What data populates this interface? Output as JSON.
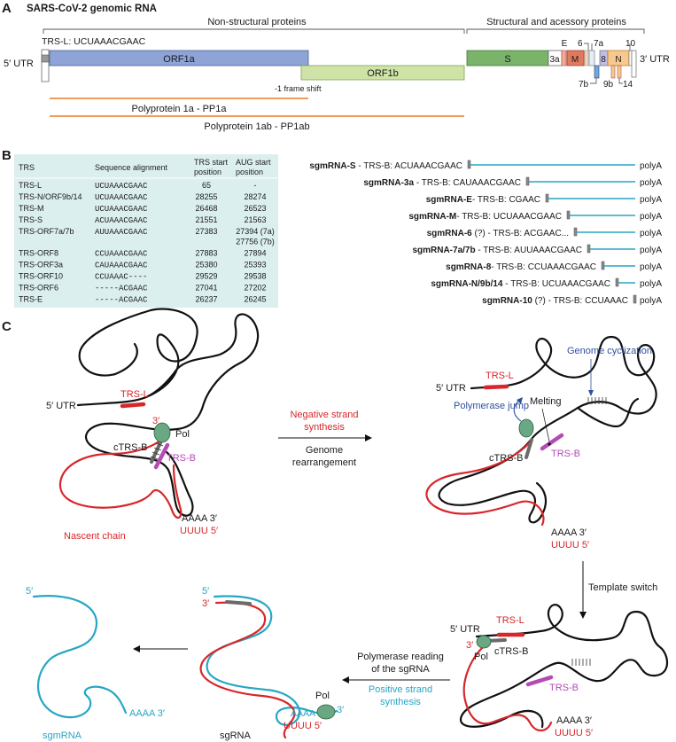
{
  "panel_a": {
    "letter": "A",
    "title": "SARS-CoV-2 genomic RNA",
    "bracket_nonstructural": "Non-structural proteins",
    "bracket_structural": "Structural and acessory proteins",
    "trs_l_label": "TRS-L: UCUAAACGAAC",
    "utr5": "5′ UTR",
    "utr3": "3′ UTR",
    "frame_shift": "-1 frame shift",
    "pp1a": "Polyprotein 1a - PP1a",
    "pp1ab": "Polyprotein 1ab - PP1ab",
    "genes": {
      "orf1a": "ORF1a",
      "orf1b": "ORF1b",
      "s": "S",
      "g3a": "3a",
      "e": "E",
      "m": "M",
      "g6": "6",
      "g7a": "7a",
      "g7b": "7b",
      "g8": "8",
      "n": "N",
      "g9b": "9b",
      "g14": "14",
      "g10": "10"
    },
    "colors": {
      "orf1a": "#8ea3d6",
      "orf1b": "#cfe3a8",
      "s": "#79b46a",
      "m": "#e07a5f",
      "n": "#f8c98f",
      "line": "#f07a26"
    }
  },
  "panel_b": {
    "letter": "B",
    "table_headers": [
      "TRS",
      "Sequence alignment",
      "TRS start position",
      "AUG start position"
    ],
    "header_trs_start": [
      "TRS start",
      "position"
    ],
    "header_aug_start": [
      "AUG start",
      "position"
    ],
    "table_rows": [
      {
        "trs": "TRS-L",
        "seq": "UCUAAACGAAC",
        "start": "65",
        "aug": "-",
        "aug2": ""
      },
      {
        "trs": "TRS-N/ORF9b/14",
        "seq": "UCUAAACGAAC",
        "start": "28255",
        "aug": "28274",
        "aug2": ""
      },
      {
        "trs": "TRS-M",
        "seq": "UCUAAACGAAC",
        "start": "26468",
        "aug": "26523",
        "aug2": ""
      },
      {
        "trs": "TRS-S",
        "seq": "ACUAAACGAAC",
        "start": "21551",
        "aug": "21563",
        "aug2": ""
      },
      {
        "trs": "TRS-ORF7a/7b",
        "seq": "AUUAAACGAAC",
        "start": "27383",
        "aug": "27394 (7a)",
        "aug2": "27756 (7b)"
      },
      {
        "trs": "TRS-ORF8",
        "seq": "CCUAAACGAAC",
        "start": "27883",
        "aug": "27894",
        "aug2": ""
      },
      {
        "trs": "TRS-ORF3a",
        "seq": "CAUAAACGAAC",
        "start": "25380",
        "aug": "25393",
        "aug2": ""
      },
      {
        "trs": "TRS-ORF10",
        "seq": "CCUAAAC----",
        "start": "29529",
        "aug": "29538",
        "aug2": ""
      },
      {
        "trs": "TRS-ORF6",
        "seq": "-----ACGAAC",
        "start": "27041",
        "aug": "27202",
        "aug2": ""
      },
      {
        "trs": "TRS-E",
        "seq": "-----ACGAAC",
        "start": "26237",
        "aug": "26245",
        "aug2": ""
      }
    ],
    "sgmrnas": [
      {
        "name": "sgmRNA-S",
        "q": "",
        "desc": " - TRS-B: ACUAAACGAAC",
        "polya": "polyA"
      },
      {
        "name": "sgmRNA-3a",
        "q": "",
        "desc": " - TRS-B: CAUAAACGAAC",
        "polya": "polyA"
      },
      {
        "name": "sgmRNA-E",
        "q": "",
        "desc": "- TRS-B: CGAAC",
        "polya": "polyA"
      },
      {
        "name": "sgmRNA-M",
        "q": "",
        "desc": "- TRS-B: UCUAAACGAAC",
        "polya": "polyA"
      },
      {
        "name": "sgmRNA-6",
        "q": " (?)",
        "desc": " - TRS-B: ACGAAC...",
        "polya": "polyA"
      },
      {
        "name": "sgmRNA-7a/7b",
        "q": "",
        "desc": " - TRS-B: AUUAAACGAAC",
        "polya": "polyA"
      },
      {
        "name": "sgmRNA-8",
        "q": "",
        "desc": "- TRS-B: CCUAAACGAAC",
        "polya": "polyA"
      },
      {
        "name": "sgmRNA-N/9b/14",
        "q": "",
        "desc": " - TRS-B: UCUAAACGAAC",
        "polya": "polyA"
      },
      {
        "name": "sgmRNA-10",
        "q": " (?)",
        "desc": " - TRS-B: CCUAAAC",
        "polya": "polyA"
      }
    ],
    "colors": {
      "table_bg": "#dcefef",
      "rna_line": "#27a6c4"
    }
  },
  "panel_c": {
    "letter": "C",
    "utr5": "5′ UTR",
    "trs_l": "TRS-L",
    "trs_b": "TRS-B",
    "ctrs_b": "cTRS-B",
    "pol": "Pol",
    "three_prime": "3′",
    "five_prime": "5′",
    "aaaa3": "AAAA 3′",
    "uuuu5": "UUUU 5′",
    "aaaa": "AAAA",
    "nascent_chain": "Nascent chain",
    "neg_strand": [
      "Negative strand",
      "synthesis"
    ],
    "genome_rearr": [
      "Genome",
      "rearrangement"
    ],
    "genome_cycl": "Genome cyclization",
    "pol_jump": "Polymerase jump",
    "melting": "Melting",
    "template_switch": "Template switch",
    "pol_reading": [
      "Polymerase reading",
      "of the sgRNA"
    ],
    "positive_strand": [
      "Positive strand",
      "synthesis"
    ],
    "sgmrna": "sgmRNA",
    "sgrna": "sgRNA",
    "colors": {
      "black_strand": "#111111",
      "red_strand": "#d8262b",
      "cyan_strand": "#27a6c4",
      "pol": "#6aa884",
      "trs_b": "#b54bb5"
    }
  }
}
